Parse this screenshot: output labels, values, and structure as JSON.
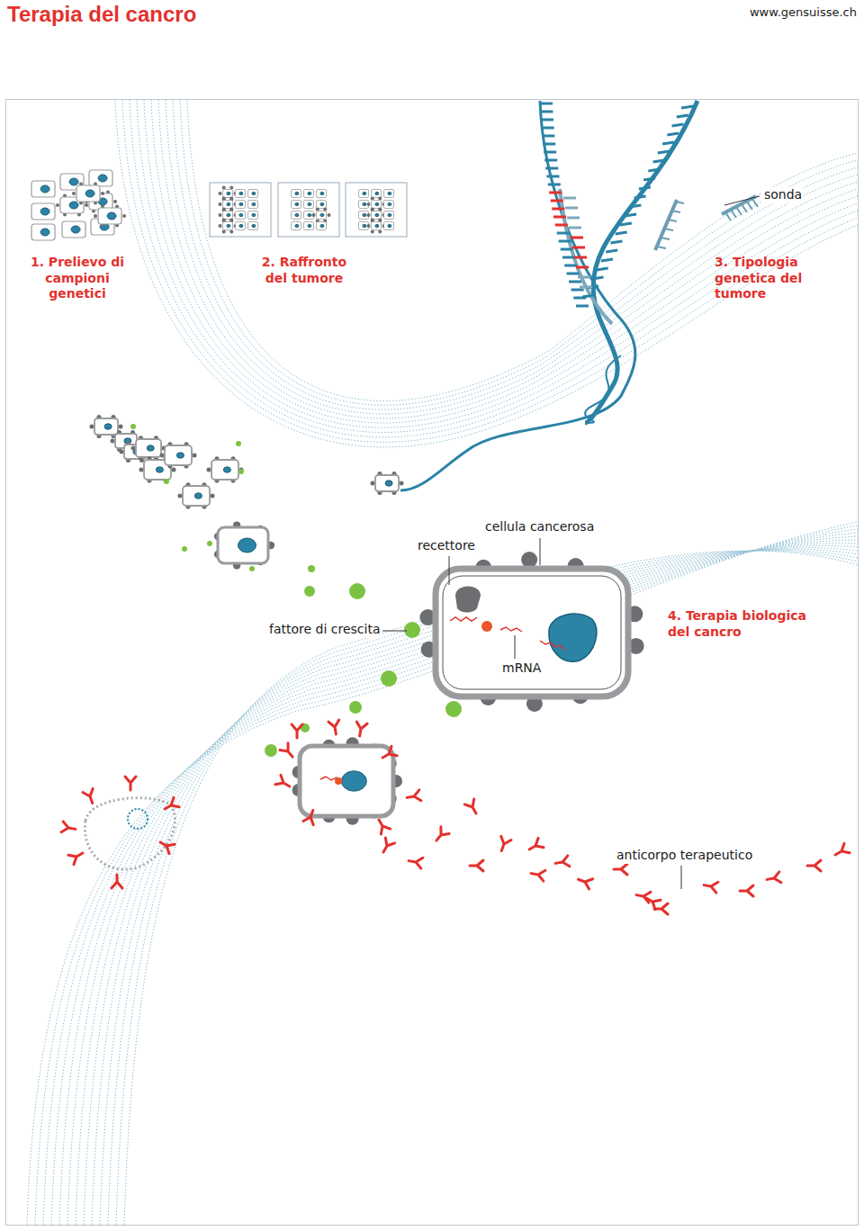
{
  "diagram": {
    "title": "Terapia del cancro",
    "labels": [
      "www.gensuisse.ch",
      "1. Prelievo di campioni genetici",
      "2. Raffronto del tumore",
      "3. Tipologia genetica del tumore",
      "sonda",
      "cellula cancerosa",
      "recettore",
      "fattore di crescita",
      "4. Terapia biologica del cancro",
      "mRNA",
      "anticorpo terapeutico"
    ]
  }
}
